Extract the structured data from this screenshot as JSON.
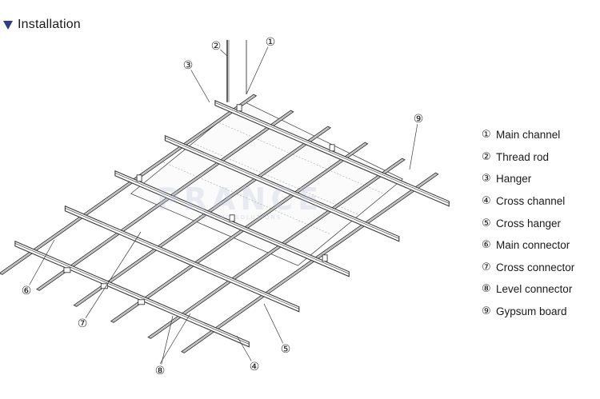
{
  "header": {
    "title": "Installation",
    "marker_icon": "triangle-down-icon",
    "marker_color": "#2b3f7a"
  },
  "watermark": {
    "text": "PRANCE",
    "subtext": "CEILING SOLUTIONS"
  },
  "callouts": [
    {
      "num": "①",
      "part": "Main channel"
    },
    {
      "num": "②",
      "part": "Thread rod"
    },
    {
      "num": "③",
      "part": "Hanger"
    },
    {
      "num": "④",
      "part": "Cross channel"
    },
    {
      "num": "⑤",
      "part": "Cross hanger"
    },
    {
      "num": "⑥",
      "part": "Main connector"
    },
    {
      "num": "⑦",
      "part": "Cross connector"
    },
    {
      "num": "⑧",
      "part": "Level connector"
    },
    {
      "num": "⑨",
      "part": "Gypsum board"
    }
  ],
  "legend": {
    "items": [
      {
        "num": "①",
        "label": "Main channel"
      },
      {
        "num": "②",
        "label": "Thread rod"
      },
      {
        "num": "③",
        "label": "Hanger"
      },
      {
        "num": "④",
        "label": "Cross channel"
      },
      {
        "num": "⑤",
        "label": "Cross hanger"
      },
      {
        "num": "⑥",
        "label": "Main connector"
      },
      {
        "num": "⑦",
        "label": "Cross connector"
      },
      {
        "num": "⑧",
        "label": "Level connector"
      },
      {
        "num": "⑨",
        "label": "Gypsum board"
      }
    ]
  }
}
